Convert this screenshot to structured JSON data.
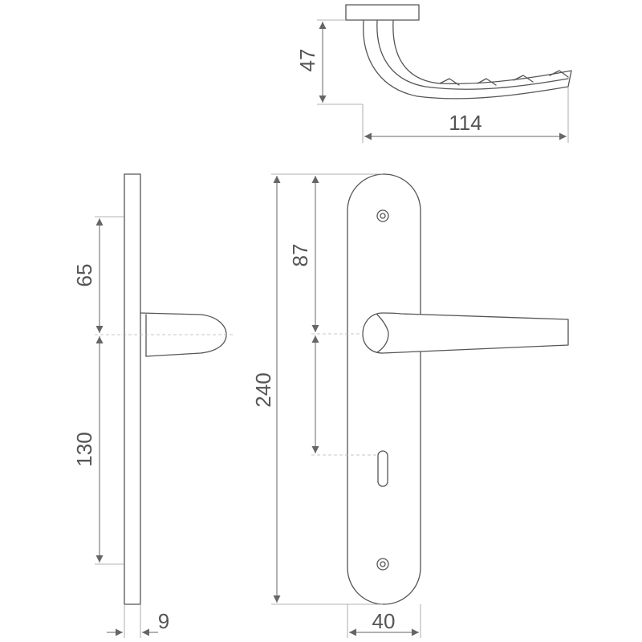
{
  "dimensions": {
    "handle_projection": "47",
    "handle_length": "114",
    "center_to_top": "65",
    "center_to_bottom": "130",
    "plate_thickness": "9",
    "plate_height": "240",
    "handle_to_keyhole": "87",
    "plate_width": "40"
  }
}
